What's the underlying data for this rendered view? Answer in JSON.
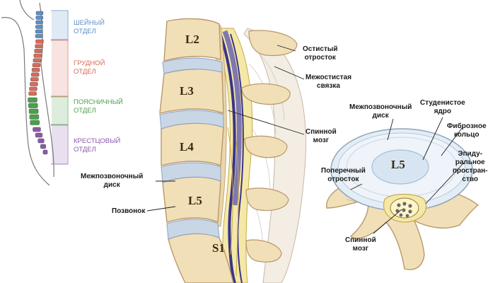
{
  "colors": {
    "cervical": "#5b8fc8",
    "thoracic": "#d86a5a",
    "lumbar": "#4aa04a",
    "sacral": "#8a5aa8",
    "bone": "#f1dfb8",
    "bone_outline": "#b9986a",
    "disc": "#c9d6e6",
    "cord": "#6a64b0"
  },
  "regions": [
    {
      "line1": "шейный",
      "line2": "отдел"
    },
    {
      "line1": "грудной",
      "line2": "отдел"
    },
    {
      "line1": "поясничный",
      "line2": "отдел"
    },
    {
      "line1": "крестцовый",
      "line2": "отдел"
    }
  ],
  "vertebrae": [
    "L2",
    "L3",
    "L4",
    "L5",
    "S1"
  ],
  "labels": {
    "spinous_process": [
      "Остистый",
      "отросток"
    ],
    "interspinous_ligament": [
      "Межостистая",
      "связка"
    ],
    "spinal_cord": [
      "Спинной",
      "мозг"
    ],
    "disc": [
      "Межпозвоночный",
      "диск"
    ],
    "vertebra": "Позвонок"
  },
  "cross_section": {
    "vertebra": "L5",
    "disc": [
      "Межпозвоночный",
      "диск"
    ],
    "nucleus": [
      "Студенистое",
      "ядро"
    ],
    "annulus": [
      "Фиброзное",
      "кольцо"
    ],
    "epidural": [
      "Эпиду-",
      "ральное",
      "простран-",
      "ство"
    ],
    "transverse": [
      "Поперечный",
      "отросток"
    ],
    "cord": [
      "Спинной",
      "мозг"
    ]
  }
}
